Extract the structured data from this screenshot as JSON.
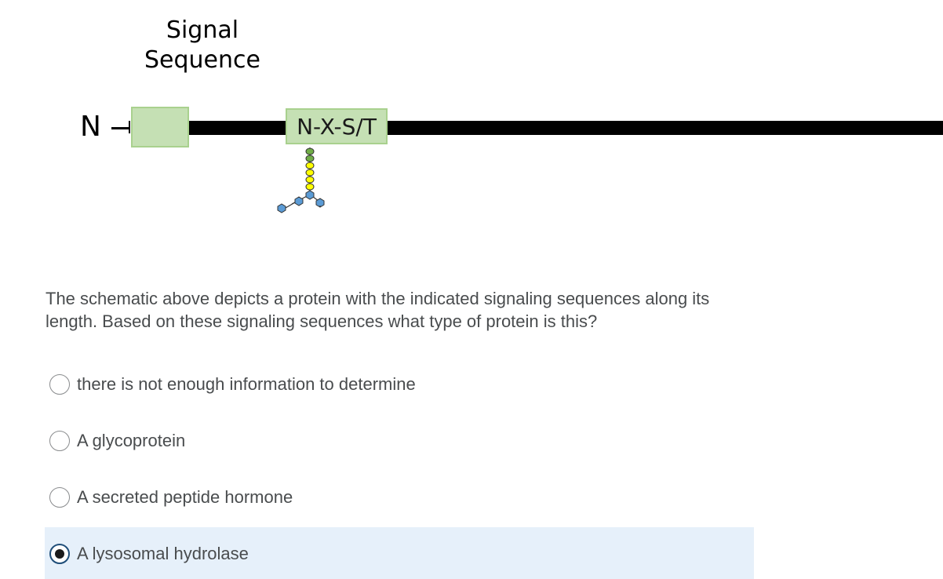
{
  "schematic": {
    "signal_label_line1": "Signal",
    "signal_label_line2": "Sequence",
    "n_terminus": "N",
    "motif": "N-X-S/T",
    "glycan_icon": "glycan-tree-icon",
    "colors": {
      "box_fill": "#c5e0b4",
      "box_border": "#a9d18e",
      "glycan_green": "#70ad47",
      "glycan_yellow": "#ffff00",
      "glycan_blue": "#5b9bd5"
    }
  },
  "question": {
    "text": "The schematic above depicts a protein with the indicated signaling sequences along its length. Based on these signaling sequences what type of protein is this?"
  },
  "options": [
    {
      "label": "there is not enough information to determine",
      "selected": false
    },
    {
      "label": "A glycoprotein",
      "selected": false
    },
    {
      "label": "A secreted peptide hormone",
      "selected": false
    },
    {
      "label": "A lysosomal hydrolase",
      "selected": true
    }
  ],
  "colors": {
    "selected_bg": "#e6f0fa",
    "text": "#494c4e"
  }
}
